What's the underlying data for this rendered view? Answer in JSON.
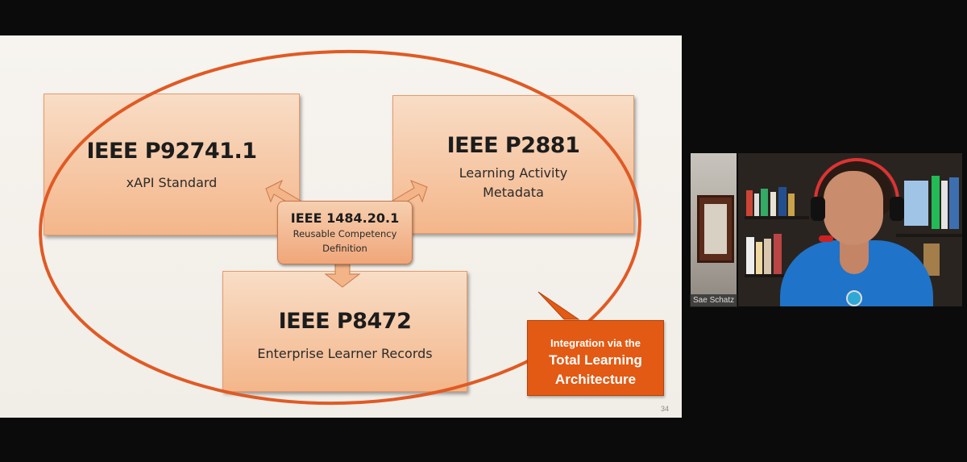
{
  "slide": {
    "boxes": [
      {
        "standard": "IEEE P92741.1",
        "description": "xAPI Standard"
      },
      {
        "standard": "IEEE P2881",
        "description_line1": "Learning Activity",
        "description_line2": "Metadata"
      },
      {
        "standard": "IEEE P8472",
        "description": "Enterprise Learner Records"
      }
    ],
    "center": {
      "standard": "IEEE 1484.20.1",
      "line1": "Reusable Competency",
      "line2": "Definition"
    },
    "callout": {
      "line1": "Integration via the",
      "line2": "Total Learning",
      "line3": "Architecture"
    },
    "page_number": "34"
  },
  "video": {
    "participant_name": "Sae Schatz"
  },
  "colors": {
    "accent": "#e25a14",
    "box_fill": "#f4b68a",
    "background": "#0b0b0b"
  }
}
